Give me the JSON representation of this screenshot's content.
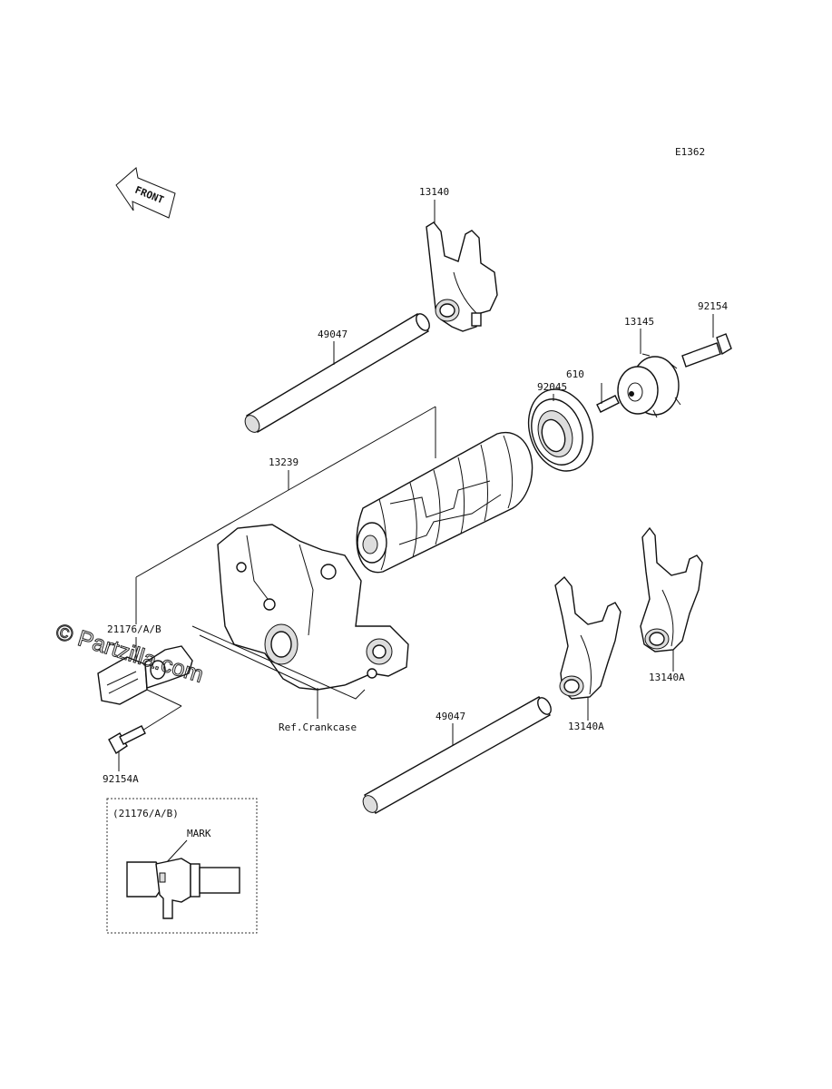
{
  "diagram_code": "E1362",
  "front_label": "FRONT",
  "watermark": "© Partzilla.com",
  "inset_title": "(21176/A/B)",
  "inset_mark": "MARK",
  "labels": {
    "p13140": "13140",
    "p49047_top": "49047",
    "p13145": "13145",
    "p92154": "92154",
    "p92045": "92045",
    "p610": "610",
    "p13239": "13239",
    "p21176": "21176/A/B",
    "ref_crankcase": "Ref.Crankcase",
    "p49047_bottom": "49047",
    "p13140A_right": "13140A",
    "p13140A_mid": "13140A",
    "p92154A": "92154A"
  }
}
